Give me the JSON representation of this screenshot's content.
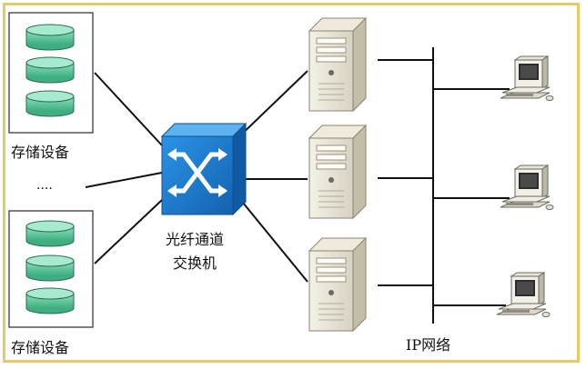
{
  "storage_group_top": {
    "label": "存储设备"
  },
  "storage_group_bottom": {
    "label": "存储设备"
  },
  "ellipsis": "....",
  "switch": {
    "label_line1": "光纤通道",
    "label_line2": "交换机"
  },
  "network": {
    "label": "IP网络"
  },
  "colors": {
    "frame_border": "#e8c968",
    "disk_fill": "#5fc49a",
    "disk_top": "#9fe3c4",
    "switch_blue": "#1f7fd0",
    "line": "#111111"
  },
  "icons": [
    "storage-disk-icon",
    "fc-switch-icon",
    "server-icon",
    "workstation-icon"
  ]
}
